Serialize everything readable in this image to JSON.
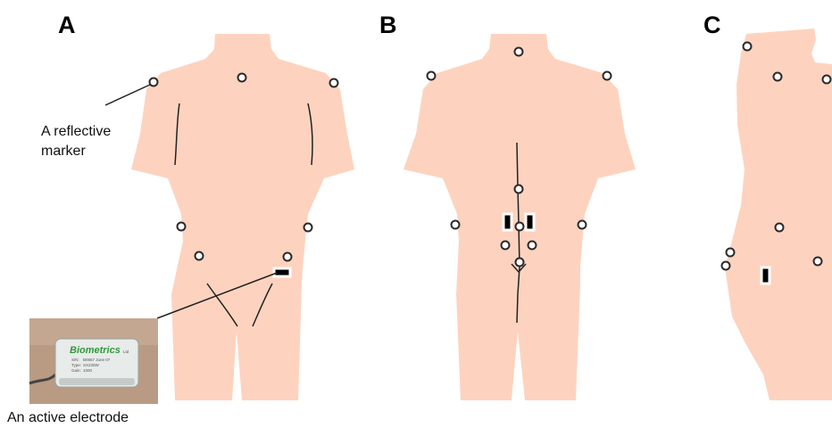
{
  "panels": {
    "a_label": "A",
    "b_label": "B",
    "c_label": "C"
  },
  "annotations": {
    "marker_line1": "A reflective",
    "marker_line2": "marker",
    "electrode_caption": "An active electrode"
  },
  "device_photo": {
    "brand": "Biometrics",
    "brand_suffix": "Ltd",
    "field1_key": "S/N:",
    "field1_val": "B0657 June 07",
    "field2_key": "Type:",
    "field2_val": "SX230W",
    "field3_key": "Gain:",
    "field3_val": "1000"
  },
  "colors": {
    "skin": "#fdd3bf",
    "marker_fill": "#ffffff",
    "electrode": "#000000"
  }
}
